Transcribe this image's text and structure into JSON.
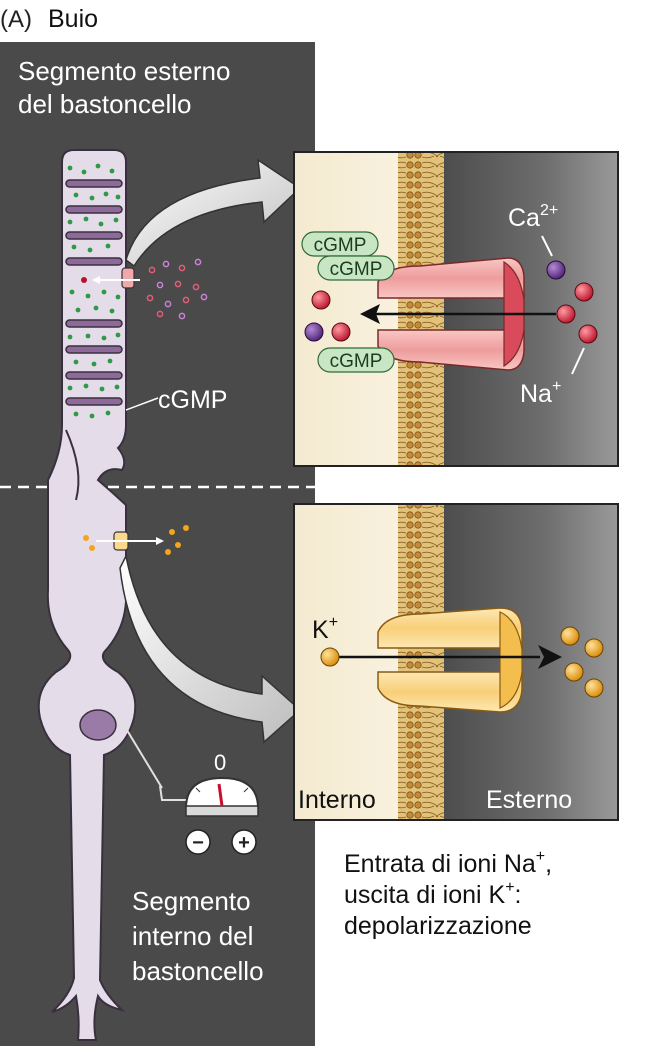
{
  "panel": {
    "letter": "(A)",
    "title": "Buio"
  },
  "labels": {
    "outer_segment_line1": "Segmento esterno",
    "outer_segment_line2": "del bastoncello",
    "inner_segment_line1": "Segmento",
    "inner_segment_line2": "interno del",
    "inner_segment_line3": "bastoncello",
    "cgmp_rod": "cGMP",
    "voltmeter_reading": "0",
    "voltmeter_minus": "−",
    "voltmeter_plus": "+"
  },
  "top_inset": {
    "cgmp_tags": [
      "cGMP",
      "cGMP",
      "cGMP"
    ],
    "calcium": "Ca",
    "calcium_charge": "2+",
    "sodium": "Na",
    "sodium_charge": "+"
  },
  "bottom_inset": {
    "potassium": "K",
    "potassium_charge": "+",
    "inside_label": "Interno",
    "outside_label": "Esterno"
  },
  "caption": {
    "line1_text": "Entrata di ioni Na",
    "line1_sup": "+",
    "line1_end": ",",
    "line2_text": "uscita di ioni K",
    "line2_sup": "+",
    "line2_end": ":",
    "line3": "depolarizzazione"
  },
  "colors": {
    "dark_panel": "#4a4a4a",
    "rod_cytoplasm": "#e5dce9",
    "disc": "#8e6a9a",
    "cgmp_dot": "#2f9a45",
    "sodium_ion": "#d2283a",
    "calcium_ion": "#6a3d8f",
    "potassium_ion": "#f3a61c",
    "cgmp_tag": "#c8e6c4",
    "channel_cgmp": "#f1a8a8",
    "channel_k": "#fbd98c",
    "membrane": "#c08a3a"
  }
}
